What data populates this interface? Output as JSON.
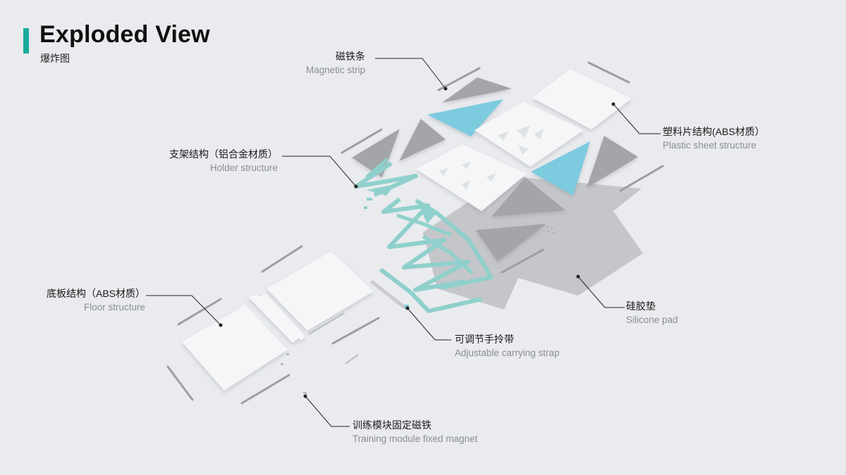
{
  "header": {
    "title": "Exploded View",
    "subtitle": "爆炸图"
  },
  "colors": {
    "accent": "#1aab9b",
    "teal_part": "#8fd0cc",
    "blue_part": "#7ccbdf",
    "grey_part": "#a3a5a9",
    "white_part": "#f5f6f7",
    "pad": "#c4c6ca"
  },
  "callouts": {
    "magnetic_strip": {
      "zh": "磁铁条",
      "en": "Magnetic strip"
    },
    "plastic_sheet": {
      "zh": "塑料片结构(ABS材质）",
      "en": "Plastic sheet structure"
    },
    "holder": {
      "zh": "支架结构（铝合金材质）",
      "en": "Holder structure"
    },
    "floor": {
      "zh": "底板结构（ABS材质）",
      "en": "Floor structure"
    },
    "silicone_pad": {
      "zh": "硅胶垫",
      "en": "Silicone pad"
    },
    "strap": {
      "zh": "可调节手拎带",
      "en": "Adjustable carrying strap"
    },
    "magnet": {
      "zh": "训练模块固定磁铁",
      "en": "Training module fixed magnet"
    }
  }
}
